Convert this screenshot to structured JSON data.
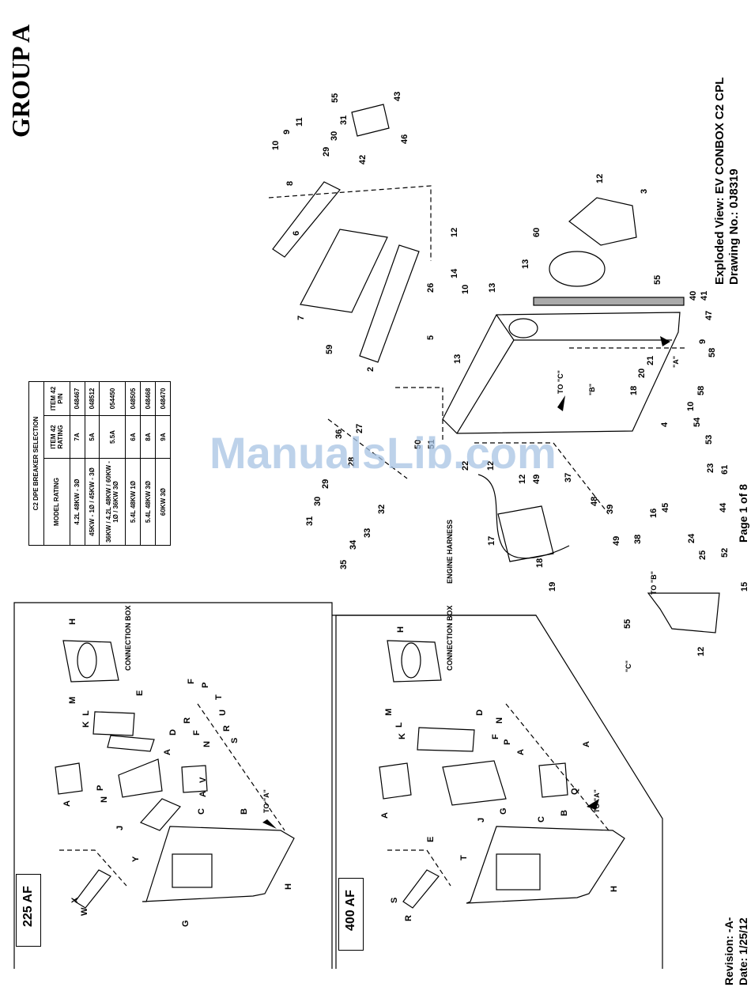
{
  "header": {
    "group_title": "GROUP A",
    "title_line1": "Exploded View: EV CONBOX C2 CPL",
    "title_line2": "Drawing No.: 0J8319",
    "page": "Page 1 of 8",
    "revision": "Revision: -A-",
    "date": "Date: 1/25/12"
  },
  "watermark": "ManualsLib.com",
  "breaker_table": {
    "title": "C2 DPE BREAKER SELECTION",
    "headers": [
      "MODEL RATING",
      "ITEM 42 RATING",
      "ITEM 42 P/N"
    ],
    "rows": [
      [
        "4.2L 48KW - 3Ø",
        "7A",
        "048467"
      ],
      [
        "45KW - 1Ø / 45KW - 3Ø",
        "5A",
        "048512"
      ],
      [
        "36KW / 4.2L 48KW / 60KW - 1Ø / 36KW 3Ø",
        "5.5A",
        "054450"
      ],
      [
        "5.4L 48KW 1Ø",
        "6A",
        "048505"
      ],
      [
        "5.4L 48KW 3Ø",
        "8A",
        "048468"
      ],
      [
        "60KW 3Ø",
        "9A",
        "048470"
      ]
    ]
  },
  "panels": {
    "af225": {
      "tag": "225 AF",
      "connection_box": "CONNECTION BOX",
      "to_label": "TO \"A\""
    },
    "af400": {
      "tag": "400 AF",
      "connection_box": "CONNECTION BOX",
      "to_label": "TO \"A\""
    }
  },
  "main": {
    "engine_harness": "ENGINE HARNESS",
    "to_b": "TO \"B\"",
    "to_c": "TO \"C\"",
    "callout_a": "\"A\"",
    "callout_b": "\"B\"",
    "callout_c": "\"C\""
  }
}
